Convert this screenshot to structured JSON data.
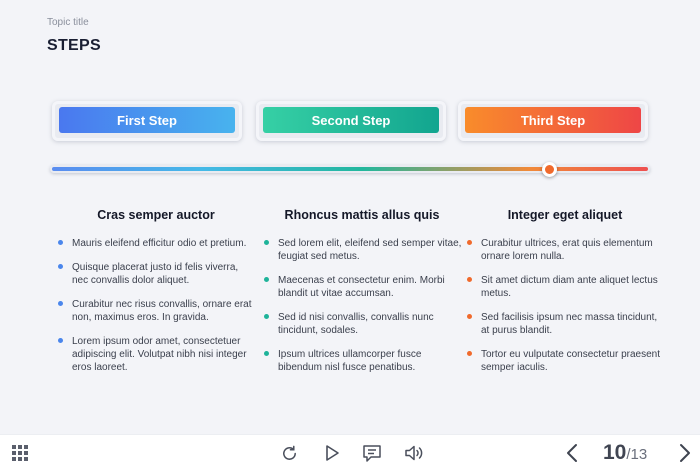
{
  "header": {
    "topic_label": "Topic title",
    "title": "STEPS"
  },
  "steps": [
    {
      "label": "First Step"
    },
    {
      "label": "Second Step"
    },
    {
      "label": "Third Step"
    }
  ],
  "progress": {
    "knob_position_percent": 83
  },
  "columns": [
    {
      "heading": "Cras semper auctor",
      "items": [
        "Mauris eleifend efficitur odio et pretium.",
        "Quisque placerat justo id felis viverra, nec convallis dolor aliquet.",
        "Curabitur nec risus convallis, ornare erat non, maximus eros. In gravida.",
        "Lorem ipsum odor amet, consectetuer adipiscing elit. Volutpat nibh nisi integer eros laoreet."
      ]
    },
    {
      "heading": "Rhoncus mattis allus quis",
      "items": [
        "Sed lorem elit, eleifend sed semper vitae, feugiat sed metus.",
        "Maecenas et consectetur enim. Morbi blandit ut vitae accumsan.",
        "Sed id nisi convallis, convallis nunc tincidunt, sodales.",
        "Ipsum ultrices ullamcorper fusce bibendum nisl fusce penatibus."
      ]
    },
    {
      "heading": "Integer eget aliquet",
      "items": [
        "Curabitur ultrices, erat quis elementum ornare lorem nulla.",
        "Sit amet dictum diam ante aliquet lectus metus.",
        "Sed facilisis ipsum nec massa tincidunt, at purus blandit.",
        "Tortor eu vulputate consectetur praesent semper iaculis."
      ]
    }
  ],
  "colors": {
    "column_1_dot": "#4a86ec",
    "column_2_dot": "#1eb39a",
    "column_3_dot": "#f06a2c"
  },
  "player": {
    "icons": [
      "grid-icon",
      "replay-icon",
      "play-icon",
      "chat-icon",
      "volume-icon",
      "chevron-left-icon",
      "chevron-right-icon"
    ],
    "current_slide": "10",
    "total_slides": "/13"
  }
}
